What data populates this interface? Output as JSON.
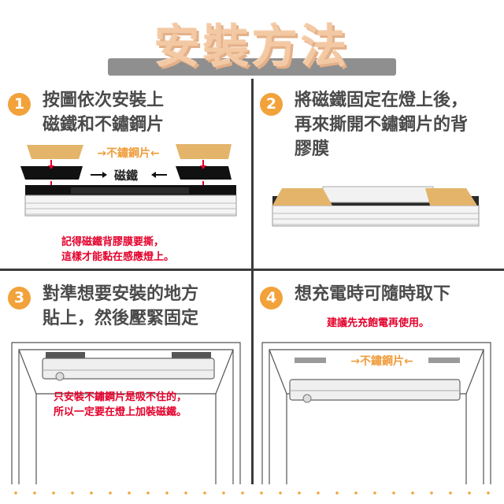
{
  "title": "安裝方法",
  "steps": [
    {
      "number": "1",
      "line1": "按圖依次安裝上",
      "line2": "磁鐵和不鏽鋼片"
    },
    {
      "number": "2",
      "line1": "將磁鐵固定在燈上後，",
      "line2": "再來撕開不鏽鋼片的背",
      "line3": "膠膜"
    },
    {
      "number": "3",
      "line1": "對準想要安裝的地方",
      "line2": "貼上，然後壓緊固定"
    },
    {
      "number": "4",
      "line1": "想充電時可隨時取下"
    }
  ],
  "step1": {
    "steel_label": "→不鏽鋼片←",
    "magnet_label": "磁鐵",
    "note_line1": "記得磁鐵背膠膜要撕，",
    "note_line2": "這樣才能黏在感應燈上。"
  },
  "step3": {
    "note_line1": "只安裝不鏽鋼片是吸不住的，",
    "note_line2": "所以一定要在燈上加裝磁鐵。"
  },
  "step4": {
    "note": "建議先充飽電再使用。",
    "steel_label": "→不鏽鋼片←"
  },
  "colors": {
    "accent": "#f2a23a",
    "steel_tan": "#e3b46a",
    "note_red": "#e4002b"
  }
}
